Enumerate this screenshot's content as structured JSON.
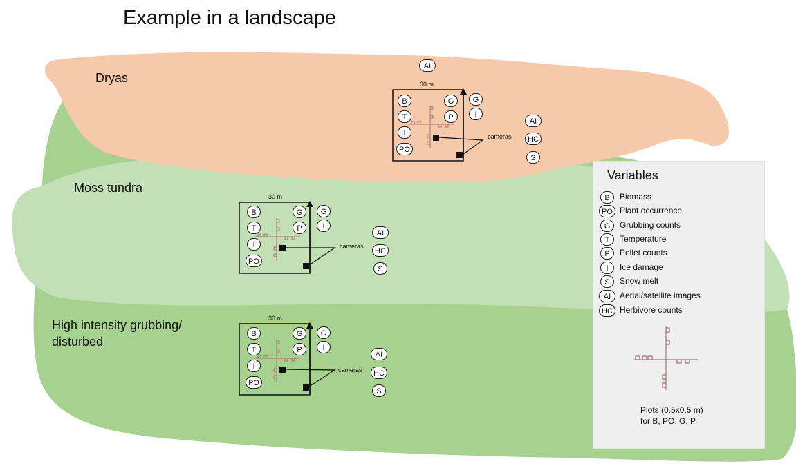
{
  "title": "Example in a landscape",
  "zones": {
    "dryas": "Dryas",
    "moss": "Moss tundra",
    "grubbing": "High intensity grubbing/ disturbed"
  },
  "site": {
    "dimension": "30 m",
    "cameras": "cameras",
    "b": "B",
    "t": "T",
    "i": "I",
    "po": "PO",
    "g": "G",
    "p": "P",
    "ai": "AI",
    "hc": "HC",
    "s": "S"
  },
  "legend": {
    "title": "Variables",
    "items": [
      {
        "code": "B",
        "label": "Biomass"
      },
      {
        "code": "PO",
        "label": "Plant occurrence"
      },
      {
        "code": "G",
        "label": "Grubbing counts"
      },
      {
        "code": "T",
        "label": "Temperature"
      },
      {
        "code": "P",
        "label": "Pellet counts"
      },
      {
        "code": "I",
        "label": "Ice damage"
      },
      {
        "code": "S",
        "label": "Snow melt"
      },
      {
        "code": "AI",
        "label": "Aerial/satellite images"
      },
      {
        "code": "HC",
        "label": "Herbivore counts"
      }
    ],
    "note_line1": "Plots (0.5x0.5 m)",
    "note_line2": "for B, PO, G, P"
  },
  "colors": {
    "dryas": "#f7c9ab",
    "moss": "#c3dfb5",
    "grubbing": "#a6d18f",
    "plot_marker": "#a87070"
  }
}
